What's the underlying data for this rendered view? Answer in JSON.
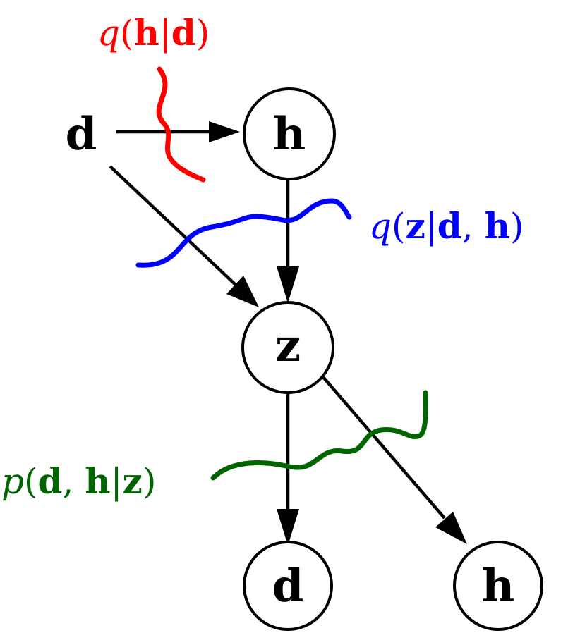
{
  "diagram": {
    "nodes": {
      "input_d": {
        "label": "d"
      },
      "h_top": {
        "label": "h"
      },
      "z": {
        "label": "z"
      },
      "d_out": {
        "label": "d"
      },
      "h_out": {
        "label": "h"
      }
    },
    "labels": {
      "q_h_given_d": {
        "text": "q(h|d)",
        "color": "#ff0000",
        "parts": [
          "q",
          "(",
          "h",
          "|",
          "d",
          ")"
        ]
      },
      "q_z_given_dh": {
        "text": "q(z|d, h)",
        "color": "#0000ff",
        "parts": [
          "q",
          "(",
          "z",
          "|",
          "d",
          ", ",
          "h",
          ")"
        ]
      },
      "p_dh_given_z": {
        "text": "p(d, h|z)",
        "color": "#006400",
        "parts": [
          "p",
          "(",
          "d",
          ", ",
          "h",
          "|",
          "z",
          ")"
        ]
      }
    }
  }
}
